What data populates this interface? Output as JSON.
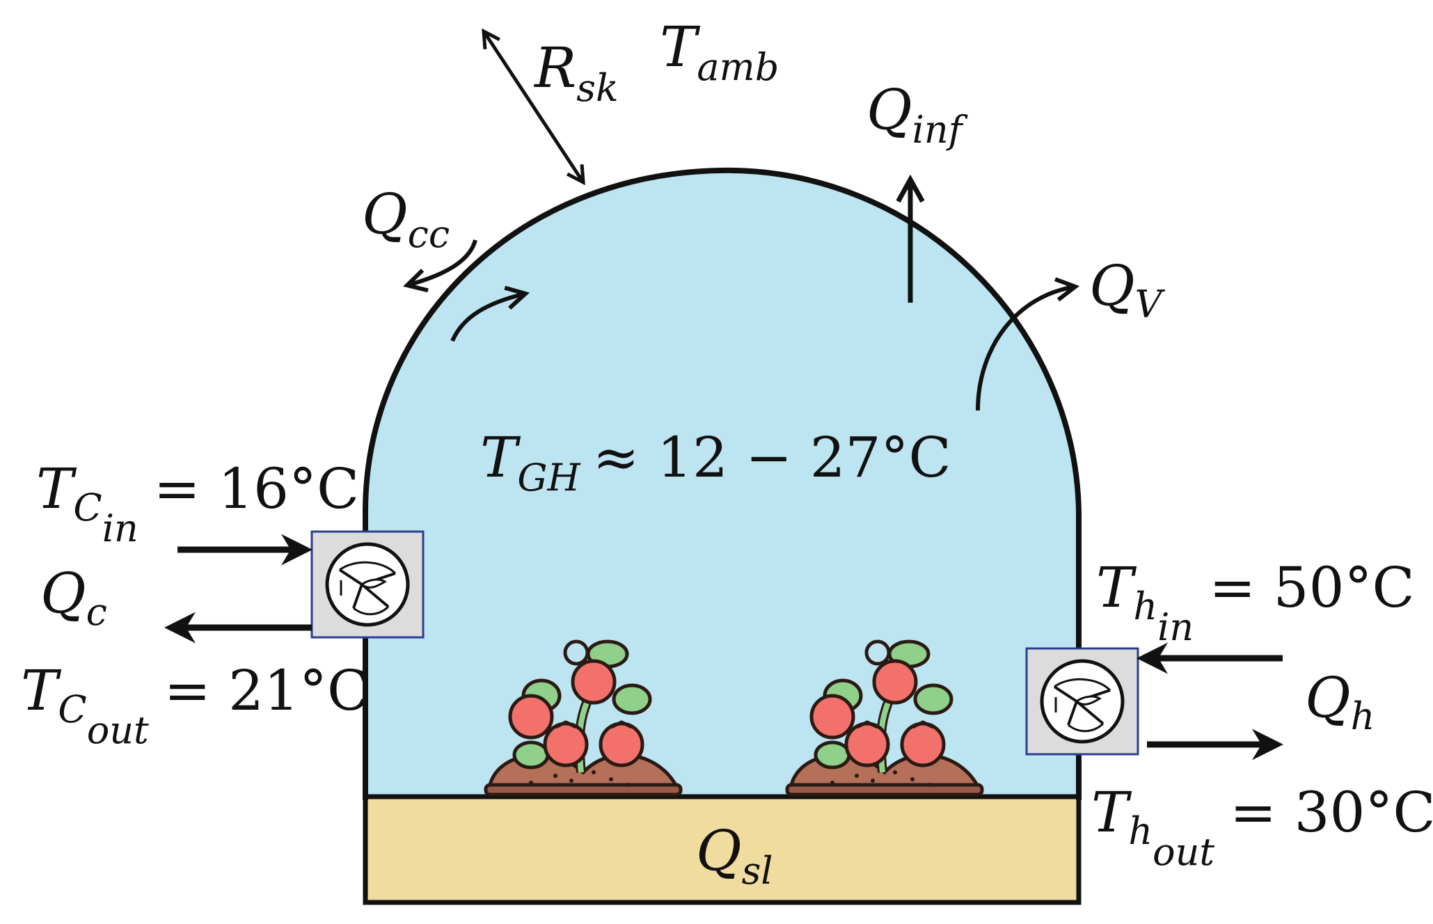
{
  "labels": {
    "r": {
      "main": "R",
      "sub": "sk"
    },
    "t_amb": {
      "main": "T",
      "sub": "amb"
    },
    "q_inf": {
      "main": "Q",
      "sub": "inf"
    },
    "q_cc": {
      "main": "Q",
      "sub": "cc"
    },
    "q_v": {
      "main": "Q",
      "sub": "V"
    },
    "t_gh": {
      "main": "T",
      "sub": "GH",
      "rest": "≈ 12 − 27°C"
    },
    "t_c_in": {
      "main": "T",
      "sub": "C",
      "subsub": "in",
      "rest": "= 16°C"
    },
    "q_c": {
      "main": "Q",
      "sub": "c"
    },
    "t_c_out": {
      "main": "T",
      "sub": "C",
      "subsub": "out",
      "rest": "= 21°C"
    },
    "t_h_in": {
      "main": "T",
      "sub": "h",
      "subsub": "in",
      "rest": "= 50°C"
    },
    "q_h": {
      "main": "Q",
      "sub": "h"
    },
    "t_h_out": {
      "main": "T",
      "sub": "h",
      "subsub": "out",
      "rest": "= 30°C"
    },
    "q_sl": {
      "main": "Q",
      "sub": "sl"
    }
  },
  "colors": {
    "greenhouse_air": "#bde5f1",
    "soil_layer": "#efdc9e",
    "outline": "#111111",
    "fan_box": "#dcdcdc",
    "fan_border": "#2b3d8f",
    "tomato": "#f2726b",
    "leaf": "#8fd08a",
    "soil": "#b5705a"
  },
  "icons": [
    "fan-icon",
    "tomato-plant-icon"
  ]
}
